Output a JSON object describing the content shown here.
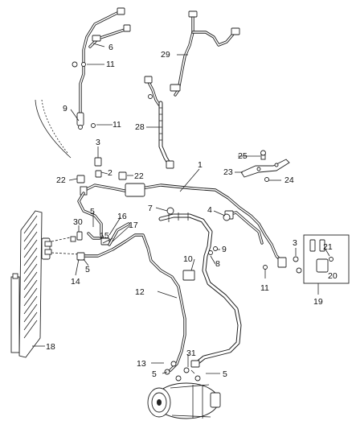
{
  "callouts": {
    "c1": "1",
    "c2": "2",
    "c3a": "3",
    "c3b": "3",
    "c4": "4",
    "c5a": "5",
    "c5b": "5",
    "c5c": "5",
    "c5d": "5",
    "c6": "6",
    "c7": "7",
    "c8": "8",
    "c9a": "9",
    "c9b": "9",
    "c10": "10",
    "c11a": "11",
    "c11b": "11",
    "c11c": "11",
    "c12": "12",
    "c13": "13",
    "c14": "14",
    "c15": "15",
    "c16": "16",
    "c17": "17",
    "c18": "18",
    "c19": "19",
    "c20": "20",
    "c21": "21",
    "c22a": "22",
    "c22b": "22",
    "c23": "23",
    "c24": "24",
    "c25": "25",
    "c28": "28",
    "c29": "29",
    "c30": "30",
    "c31": "31"
  }
}
